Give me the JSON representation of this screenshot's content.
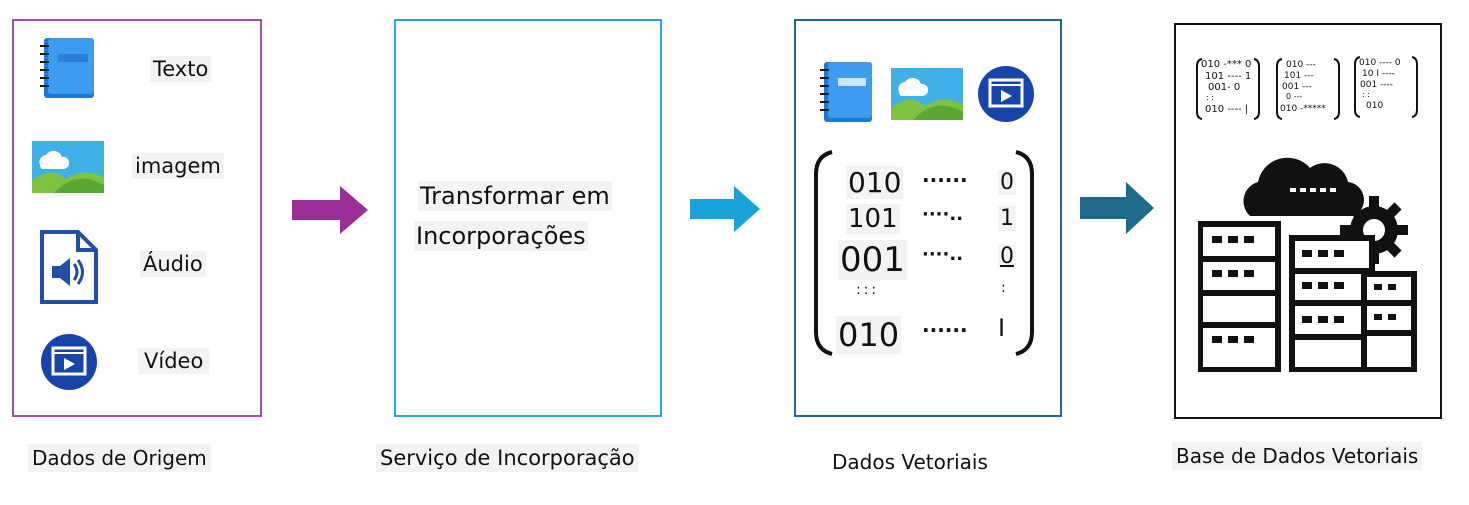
{
  "source": {
    "items": [
      {
        "label": "Texto",
        "icon": "notebook-icon"
      },
      {
        "label": "imagem",
        "icon": "image-icon"
      },
      {
        "label": "Áudio",
        "icon": "audio-file-icon"
      },
      {
        "label": "Vídeo",
        "icon": "video-icon"
      }
    ],
    "caption": "Dados de Origem",
    "border_color": "#a24ea3"
  },
  "service": {
    "text_line1": "Transformar em",
    "text_line2": "Incorporações",
    "caption": "Serviço de Incorporação",
    "border_color": "#2aa6dd"
  },
  "vector": {
    "caption": "Dados Vetoriais",
    "border_color": "#1e6b8c",
    "matrix": {
      "rows": [
        {
          "left": "010",
          "dots": "······",
          "right": "0"
        },
        {
          "left": "101",
          "dots": "····..",
          "right": "1"
        },
        {
          "left": "001",
          "dots": "····..",
          "right": "0"
        },
        {
          "left": ":::",
          "dots": "",
          "right": ":"
        },
        {
          "left": "010",
          "dots": "······",
          "right": "I"
        }
      ]
    }
  },
  "database": {
    "caption": "Base de Dados Vetoriais",
    "border_color": "#111111",
    "mini_matrices": [
      [
        "010 -*** 0",
        "101 ---- 1",
        "001- 0",
        ": :",
        "010 ---- |"
      ],
      [
        "010 ---",
        "101 ---",
        "001 ---",
        "0 ---",
        "010 -*****"
      ],
      [
        "010 ---- 0",
        "10 I ----",
        "001 ----",
        ": :",
        "010"
      ]
    ]
  },
  "arrows": [
    {
      "color": "#9b2f96"
    },
    {
      "color": "#1aa3d8"
    },
    {
      "color": "#1e6b8c"
    }
  ]
}
